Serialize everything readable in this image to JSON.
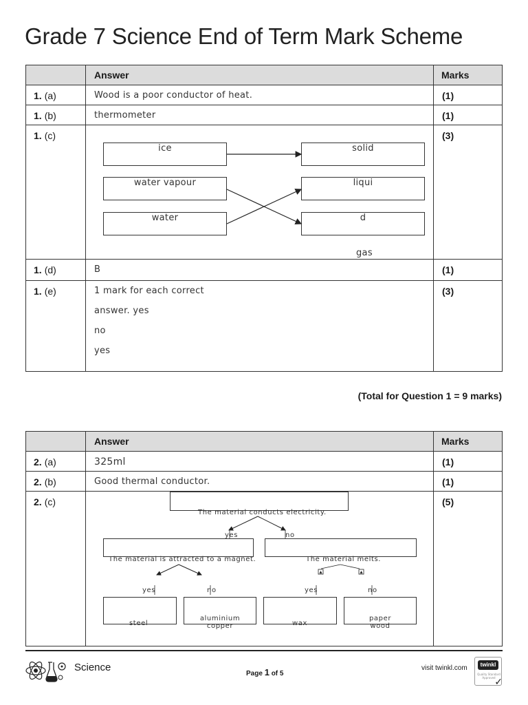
{
  "title": "Grade 7 Science End of Term Mark Scheme",
  "headers": {
    "answer": "Answer",
    "marks": "Marks"
  },
  "q1": {
    "a": {
      "num": "1.",
      "part": "(a)",
      "answer": "Wood is a poor conductor of heat.",
      "marks": "(1)"
    },
    "b": {
      "num": "1.",
      "part": "(b)",
      "answer": "thermometer",
      "marks": "(1)"
    },
    "c": {
      "num": "1.",
      "part": "(c)",
      "marks": "(3)",
      "left_boxes": [
        "ice",
        "water vapour",
        "water"
      ],
      "right_boxes": [
        "solid",
        "liqui",
        "d"
      ],
      "below_label": "gas"
    },
    "d": {
      "num": "1.",
      "part": "(d)",
      "answer": "B",
      "marks": "(1)"
    },
    "e": {
      "num": "1.",
      "part": "(e)",
      "lines": [
        "1 mark for each correct",
        "answer. yes",
        "no",
        "yes"
      ],
      "marks": "(3)"
    }
  },
  "total_q1": "(Total for Question 1 = 9 marks)",
  "q2": {
    "a": {
      "num": "2.",
      "part": "(a)",
      "answer": "325ml",
      "marks": "(1)"
    },
    "b": {
      "num": "2.",
      "part": "(b)",
      "answer": "Good thermal conductor.",
      "marks": "(1)"
    },
    "c": {
      "num": "2.",
      "part": "(c)",
      "marks": "(5)",
      "top_question": "The material conducts electricity.",
      "yes": "yes",
      "no": "no",
      "left_question": "The material is attracted to a magnet.",
      "right_question": "The material melts.",
      "leaf_boxes": [
        "steel",
        "aluminium\ncopper",
        "wax",
        "paper\nwood"
      ]
    }
  },
  "footer": {
    "subject": "Science",
    "page_prefix": "Page",
    "page_number": "1",
    "page_suffix": "of 5",
    "visit": "visit twinkl.com",
    "badge_brand": "twinkl",
    "badge_text": "Quality Standard Approved"
  }
}
